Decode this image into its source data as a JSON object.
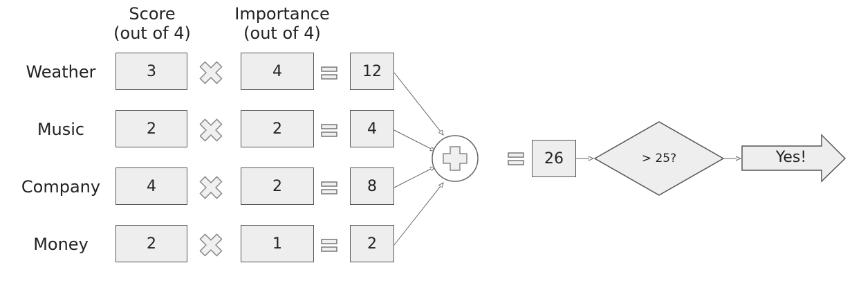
{
  "headers": {
    "score": [
      "Score",
      "(out of 4)"
    ],
    "importance": [
      "Importance",
      "(out of 4)"
    ]
  },
  "rows": [
    {
      "label": "Weather",
      "score": "3",
      "importance": "4",
      "product": "12"
    },
    {
      "label": "Music",
      "score": "2",
      "importance": "2",
      "product": "4"
    },
    {
      "label": "Company",
      "score": "4",
      "importance": "2",
      "product": "8"
    },
    {
      "label": "Money",
      "score": "2",
      "importance": "1",
      "product": "2"
    }
  ],
  "total": "26",
  "decision": "> 25?",
  "result": "Yes!",
  "colors": {
    "box_fill": "#eeeeee",
    "stroke": "#555555"
  }
}
